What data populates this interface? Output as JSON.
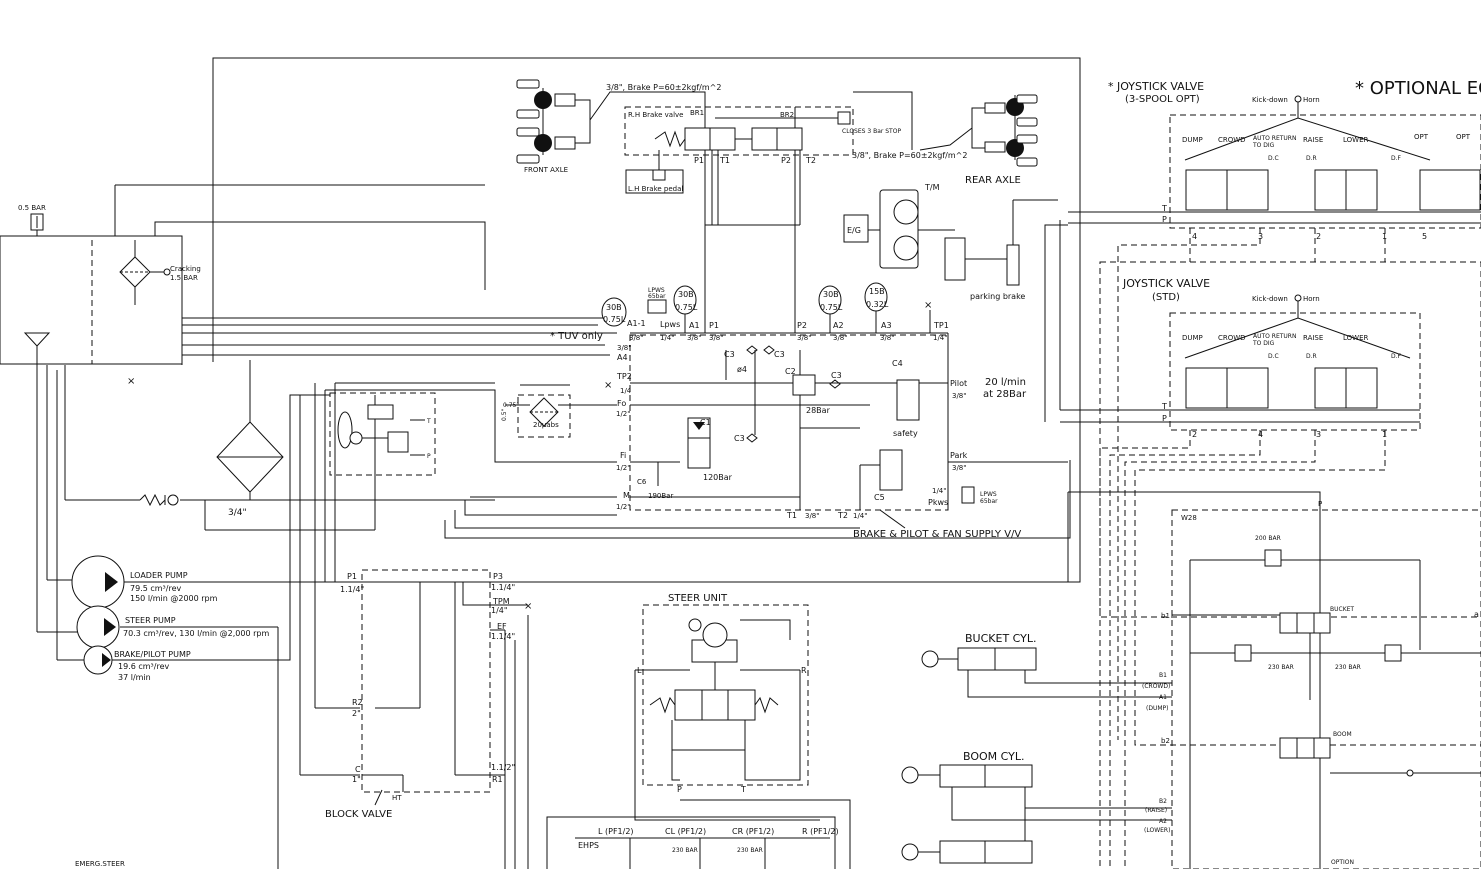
{
  "labels": {
    "front_axle": "FRONT AXLE",
    "rear_axle": "REAR AXLE",
    "brake_line_front": "3/8\", Brake P=60±2kgf/m^2",
    "brake_line_rear": "3/8\", Brake P=60±2kgf/m^2",
    "rh_brake_valve": "R.H Brake valve",
    "lh_brake_pedal": "L.H Brake pedal",
    "br1": "BR1",
    "br2": "BR2",
    "closes": "CLOSES 3 Bar STOP",
    "p1_top": "P1",
    "t1_top": "T1",
    "p2_top": "P2",
    "t2_top": "T2",
    "eg": "E/G",
    "tm": "T/M",
    "parking_brake": "parking brake",
    "joystick_opt_title": "* JOYSTICK VALVE",
    "joystick_opt_sub": "(3-SPOOL OPT)",
    "optional": "*  OPTIONAL EQ",
    "joystick_std_title": "JOYSTICK VALVE",
    "joystick_std_sub": "(STD)",
    "kickdown_opt": "Kick-down",
    "horn_opt": "Horn",
    "kickdown_std": "Kick-down",
    "horn_std": "Horn",
    "dump_opt": "DUMP",
    "crowd_opt": "CROWD",
    "auto_return_opt": "AUTO RETURN",
    "to_dig_opt": "TO DIG",
    "raise_opt": "RAISE",
    "lower_opt": "LOWER",
    "opt1": "OPT",
    "opt2": "OPT",
    "dc_opt": "D.C",
    "dr_opt": "D.R",
    "df_opt": "D.F",
    "dump_std": "DUMP",
    "crowd_std": "CROWD",
    "auto_return_std": "AUTO RETURN",
    "to_dig_std": "TO DIG",
    "raise_std": "RAISE",
    "lower_std": "LOWER",
    "dc_std": "D.C",
    "dr_std": "D.R",
    "df_std": "D.F",
    "t_opt": "T",
    "p_opt": "P",
    "n4_opt": "4",
    "n3_opt": "3",
    "n2_opt": "2",
    "n1_opt": "1",
    "n5_opt": "5",
    "t_std": "T",
    "p_std": "P",
    "n2_std": "2",
    "n4_std": "4",
    "n3_std": "3",
    "n1_std": "1",
    "bar05": "0.5 BAR",
    "cracking": "Cracking",
    "cracking_val": "1.5 BAR",
    "tuv_only": "* TUV only",
    "acc30b_1": "30B",
    "acc075_1": "0.75L",
    "acc30b_2": "30B",
    "acc075_2": "0.75L",
    "acc30b_3": "30B",
    "acc075_3": "0.75L",
    "acc15b": "15B",
    "acc032": "0.32L",
    "lpws_top": "LPWS",
    "lpws_top_val": "65bar",
    "a1_1": "A1-1",
    "lpws": "Lpws",
    "a1": "A1",
    "p1_mid": "P1",
    "p2_mid": "P2",
    "a2": "A2",
    "a3": "A3",
    "tp1": "TP1",
    "q38_1": "3/8\"",
    "q14_1": "1/4\"",
    "q38_2": "3/8\"",
    "q38_3": "3/8\"",
    "q38_4": "3/8\"",
    "q38_5": "3/8\"",
    "q38_6": "3/8\"",
    "q14_2": "1/4\"",
    "q38_a4": "3/8\"",
    "a4": "A4",
    "tp2": "TP2",
    "q14_tp2": "1/4",
    "fo": "Fo",
    "q12_fo": "1/2\"",
    "fi": "Fi",
    "q12_fi": "1/2\"",
    "m": "M",
    "q12_m": "1/2\"",
    "c3_1": "C3",
    "c3_2": "C3",
    "c3_3": "C3",
    "c3_4": "C3",
    "c2": "C2",
    "c1": "C1",
    "c4": "C4",
    "c5": "C5",
    "c6": "C6",
    "phi4": "ø4",
    "bar28": "28Bar",
    "bar120": "120Bar",
    "bar190": "190Bar",
    "safety": "safety",
    "pilot": "Pilot",
    "q38_pilot": "3/8\"",
    "flow": "20 l/min",
    "at28": "at 28Bar",
    "park": "Park",
    "q38_park": "3/8\"",
    "pkws": "Pkws",
    "q14_pkws": "1/4\"",
    "lpws_bot": "LPWS",
    "lpws_bot_val": "65bar",
    "t1_mid": "T1",
    "q38_t1": "3/8\"",
    "t2_mid": "T2",
    "q14_t2": "1/4\"",
    "supply_vv": "BRAKE & PILOT & FAN SUPPLY V/V",
    "q075": "0.75\"",
    "q05": "0.5\"",
    "filter20": "20μabs",
    "q34": "3/4\"",
    "loader_pump": "LOADER PUMP",
    "loader_disp": "79.5 cm³/rev",
    "loader_flow": "150 l/min @2000 rpm",
    "steer_pump": "STEER PUMP",
    "steer_spec": "70.3 cm³/rev,  130 l/min @2,000 rpm",
    "brake_pump": "BRAKE/PILOT PUMP",
    "brake_disp": "19.6 cm³/rev",
    "brake_flow": "37 l/min",
    "p1_blk": "P1",
    "q114_p1": "1.1/4\"",
    "p3": "P3",
    "q114_p3": "1.1/4\"",
    "tpm": "TPM",
    "q14_tpm": "1/4\"",
    "ef": "EF",
    "q114_ef": "1.1/4\"",
    "r2": "R2",
    "q2": "2\"",
    "c_blk": "C",
    "q1": "1\"",
    "q112": "1.1/2\"",
    "r1": "R1",
    "ht": "HT",
    "block_valve": "BLOCK VALVE",
    "emerg_steer": "EMERG.STEER",
    "steer_unit": "STEER UNIT",
    "l_su": "L",
    "r_su": "R",
    "p_su": "P",
    "t_su": "T",
    "ehps": "EHPS",
    "l_pf": "L (PF1/2)",
    "cl_pf": "CL (PF1/2)",
    "cr_pf": "CR (PF1/2)",
    "r_pf": "R (PF1/2)",
    "bar230_1": "230 BAR",
    "bar230_2": "230 BAR",
    "bucket_cyl": "BUCKET CYL.",
    "boom_cyl": "BOOM CYL.",
    "w28": "W28",
    "p_mcv": "P",
    "bar200": "200 BAR",
    "b1_mcv": "b1",
    "bucket": "BUCKET",
    "bar230_3": "230 BAR",
    "bar230_4": "230 BAR",
    "b1_port": "B1",
    "crowd_port": "(CROWD)",
    "a1_port": "A1",
    "dump_port": "(DUMP)",
    "b2_mcv": "b2",
    "boom": "BOOM",
    "b2_port": "B2",
    "raise_port": "(RAISE)",
    "a2_port": "A2",
    "lower_port": "(LOWER)",
    "option": "OPTION",
    "a_edge": "a"
  }
}
